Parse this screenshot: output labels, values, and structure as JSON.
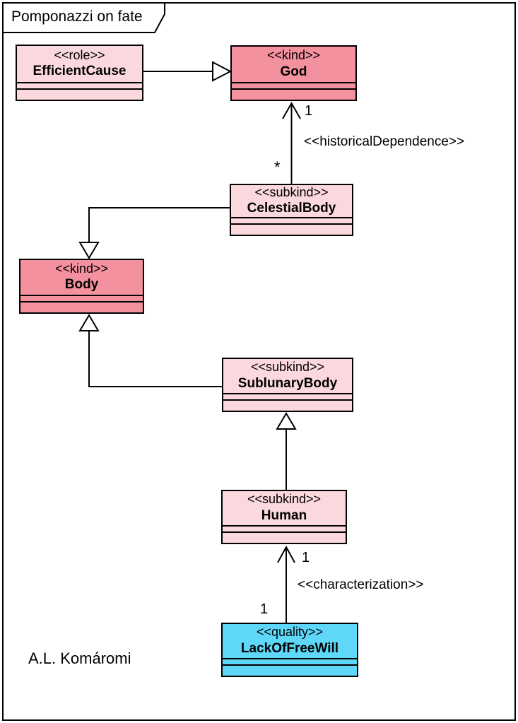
{
  "diagram": {
    "title": "Pomponazzi on fate",
    "author_credit": "A.L. Komáromi"
  },
  "colors": {
    "kind_fill": "#F4919E",
    "role_subkind_fill": "#FBD8DD",
    "quality_fill": "#5ED7F8",
    "line": "#000000",
    "background": "#FFFFFF"
  },
  "classes": [
    {
      "stereotype": "<<role>>",
      "name": "EfficientCause",
      "fill": "#FBD8DD"
    },
    {
      "stereotype": "<<kind>>",
      "name": "God",
      "fill": "#F4919E"
    },
    {
      "stereotype": "<<subkind>>",
      "name": "CelestialBody",
      "fill": "#FBD8DD"
    },
    {
      "stereotype": "<<kind>>",
      "name": "Body",
      "fill": "#F4919E"
    },
    {
      "stereotype": "<<subkind>>",
      "name": "SublunaryBody",
      "fill": "#FBD8DD"
    },
    {
      "stereotype": "<<subkind>>",
      "name": "Human",
      "fill": "#FBD8DD"
    },
    {
      "stereotype": "<<quality>>",
      "name": "LackOfFreeWill",
      "fill": "#5ED7F8"
    }
  ],
  "relations": [
    {
      "type": "generalization",
      "source": "EfficientCause",
      "target": "God"
    },
    {
      "type": "dependency",
      "label": "<<historicalDependence>>",
      "source": "CelestialBody",
      "target": "God",
      "source_multiplicity": "*",
      "target_multiplicity": "1"
    },
    {
      "type": "generalization",
      "source": "CelestialBody",
      "target": "Body"
    },
    {
      "type": "generalization",
      "source": "SublunaryBody",
      "target": "Body"
    },
    {
      "type": "generalization",
      "source": "Human",
      "target": "SublunaryBody"
    },
    {
      "type": "dependency",
      "label": "<<characterization>>",
      "source": "LackOfFreeWill",
      "target": "Human",
      "source_multiplicity": "1",
      "target_multiplicity": "1"
    }
  ]
}
